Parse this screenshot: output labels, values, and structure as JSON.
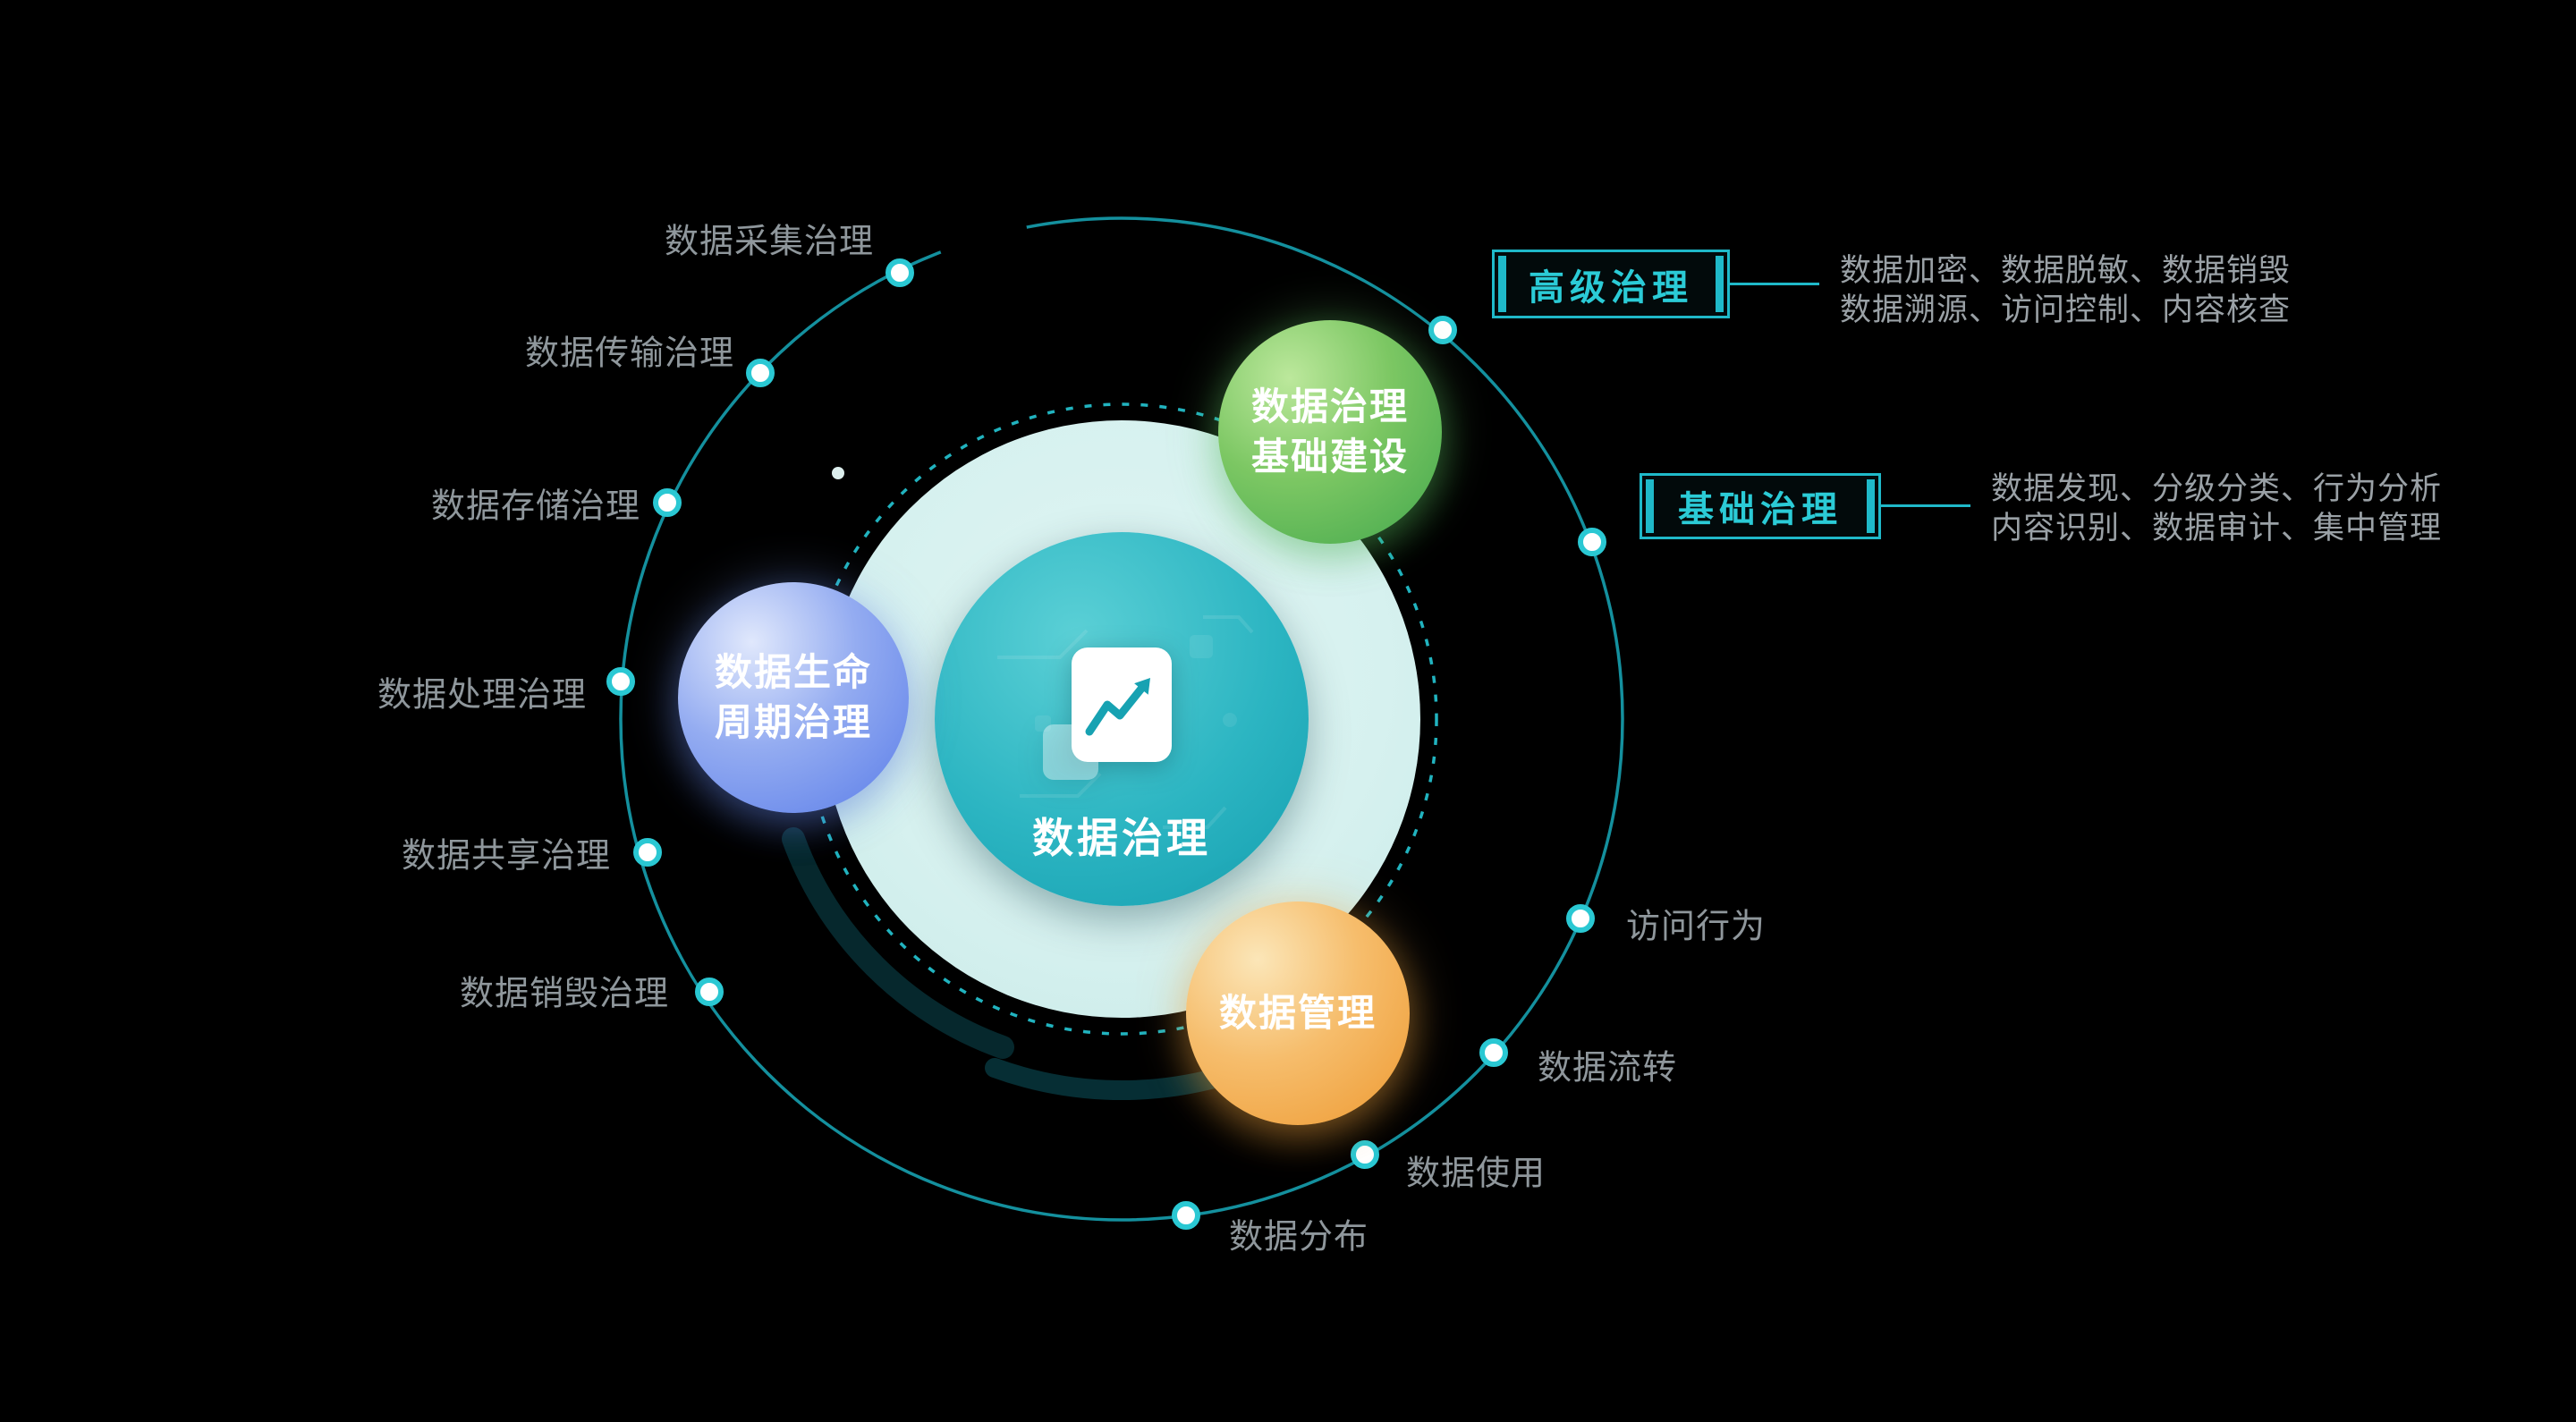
{
  "center": {
    "title": "数据治理"
  },
  "icons": {
    "center": "trend-document-icon"
  },
  "satellites": {
    "infrastructure": {
      "line1": "数据治理",
      "line2": "基础建设"
    },
    "lifecycle": {
      "line1": "数据生命",
      "line2": "周期治理"
    },
    "management": {
      "line1": "数据管理"
    }
  },
  "orbit": {
    "left": [
      "数据采集治理",
      "数据传输治理",
      "数据存储治理",
      "数据处理治理",
      "数据共享治理",
      "数据销毁治理"
    ],
    "right": [
      "访问行为",
      "数据流转",
      "数据使用",
      "数据分布"
    ]
  },
  "callouts": {
    "advanced": {
      "title": "高级治理",
      "line1": "数据加密、数据脱敏、数据销毁",
      "line2": "数据溯源、访问控制、内容核查"
    },
    "basic": {
      "title": "基础治理",
      "line1": "数据发现、分级分类、行为分析",
      "line2": "内容识别、数据审计、集中管理"
    }
  },
  "colors": {
    "accent_teal": "#25c3ce",
    "ring_teal": "#1598a7",
    "label_gray": "#8f979c",
    "center_circle": "#2cb5c2",
    "halo_circle": "#d6f1ef",
    "satellite_green": "#43a84d",
    "satellite_blue": "#5a7de9",
    "satellite_orange": "#ee9a32",
    "background": "#000000"
  }
}
